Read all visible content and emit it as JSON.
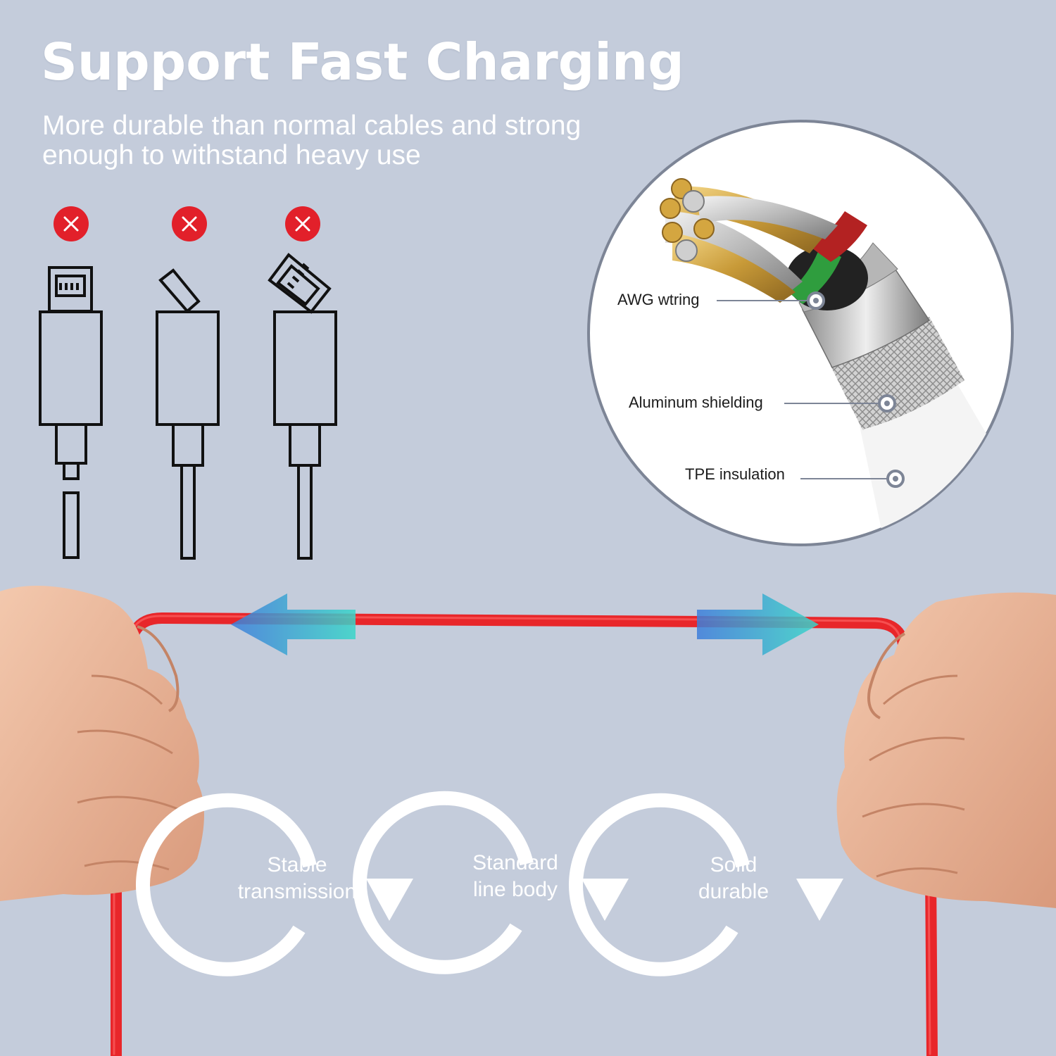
{
  "header": {
    "title": "Support Fast Charging",
    "subtitle_lines": [
      "More durable than normal cables and strong",
      "enough to withstand heavy use"
    ]
  },
  "callouts": {
    "awg": "AWG wtring",
    "shielding": "Aluminum shielding",
    "insulation": "TPE insulation"
  },
  "features": [
    {
      "line1": "Stable",
      "line2": "transmission"
    },
    {
      "line1": "Standard",
      "line2": "line body"
    },
    {
      "line1": "Solid",
      "line2": "durable"
    }
  ],
  "colors": {
    "background": "#c4ccdb",
    "cable_red": "#e8262a",
    "badge_red": "#e2202a",
    "arrow_blue": "#3b7fd9",
    "arrow_teal": "#36d0cc"
  },
  "icons": [
    "close-icon",
    "lightning-connector-icon",
    "double-arrow-icon",
    "circular-arrow-icon",
    "hand-icon"
  ]
}
